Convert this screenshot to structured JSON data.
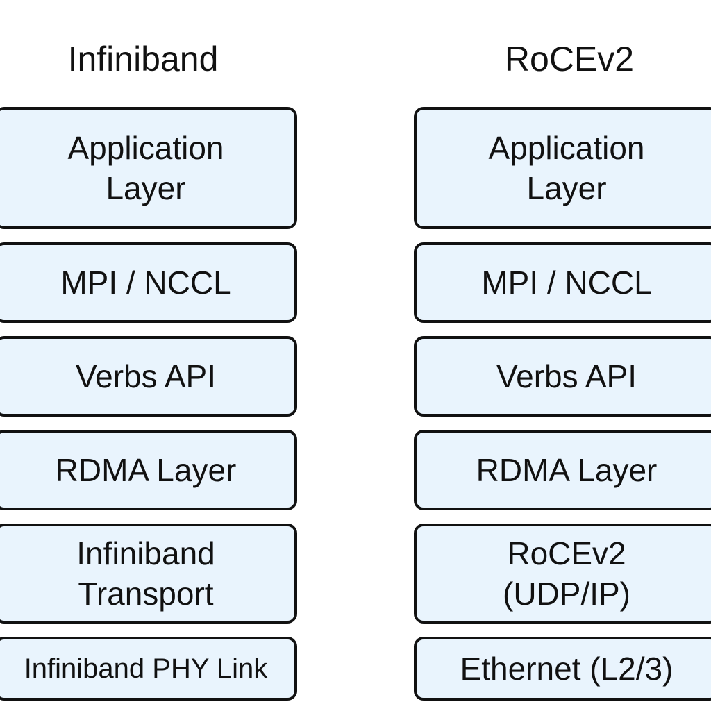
{
  "stacks": [
    {
      "title": "Infiniband",
      "layers": [
        {
          "label": "Application\nLayer"
        },
        {
          "label": "MPI / NCCL"
        },
        {
          "label": "Verbs API"
        },
        {
          "label": "RDMA Layer"
        },
        {
          "label": "Infiniband\nTransport"
        },
        {
          "label": "Infiniband PHY Link"
        }
      ]
    },
    {
      "title": "RoCEv2",
      "layers": [
        {
          "label": "Application\nLayer"
        },
        {
          "label": "MPI / NCCL"
        },
        {
          "label": "Verbs API"
        },
        {
          "label": "RDMA Layer"
        },
        {
          "label": "RoCEv2\n(UDP/IP)"
        },
        {
          "label": "Ethernet (L2/3)"
        }
      ]
    }
  ],
  "colors": {
    "layer_fill": "#e9f4fd",
    "layer_border": "#111111",
    "text": "#111111",
    "background": "#ffffff"
  }
}
